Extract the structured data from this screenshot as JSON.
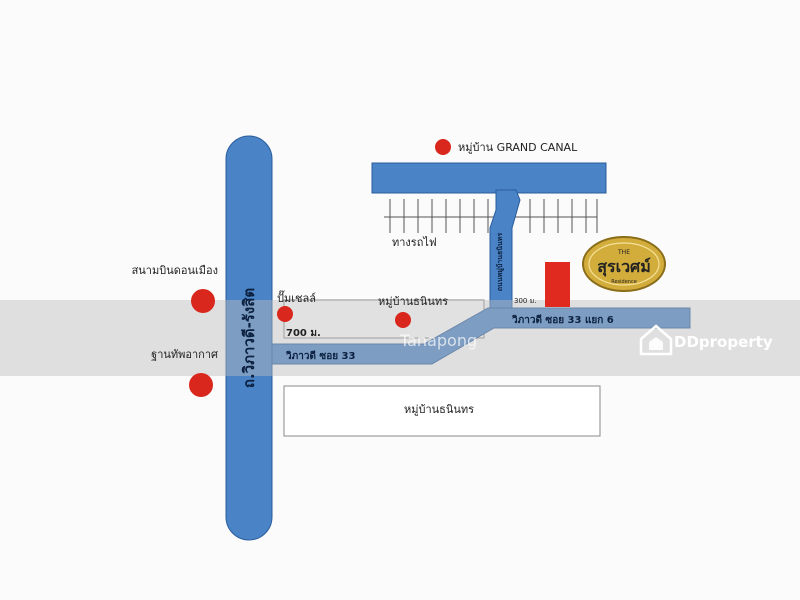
{
  "map": {
    "colors": {
      "road": "#4a83c6",
      "road_edge": "#2a5e9c",
      "marker": "#d9271e",
      "project_block": "#e02a1f",
      "logo_gold": "#d2ad3c",
      "watermark_band": "#bdbdbd"
    },
    "roads": {
      "main_road": "ถ.วิภาวดี-รังสิต",
      "soi_33": "วิภาวดี ซอย 33",
      "soi_33_yaek_6": "วิภาวดี ซอย 33 แยก 6",
      "vertical_road": "ถนนหมู่บ้านธนินทร"
    },
    "landmarks": {
      "grand_canal": "หมู่บ้าน GRAND CANAL",
      "railway": "ทางรถไฟ",
      "airport": "สนามบินดอนเมือง",
      "air_force_base": "ฐานทัพอากาศ",
      "shell_station": "ปั๊มเชลล์",
      "village_top": "หมู่บ้านธนินทร",
      "village_bottom": "หมู่บ้านธนินทร"
    },
    "distances": {
      "soi_33_entry": "700 ม.",
      "to_project": "300 ม."
    },
    "project_logo": {
      "small_text": "THE",
      "name": "สุรเวศม์",
      "tagline": "Residence"
    },
    "watermark": {
      "left_text": "Tanapong",
      "brand": "DDproperty",
      "brand_icon": "ddproperty-logo-icon"
    }
  }
}
